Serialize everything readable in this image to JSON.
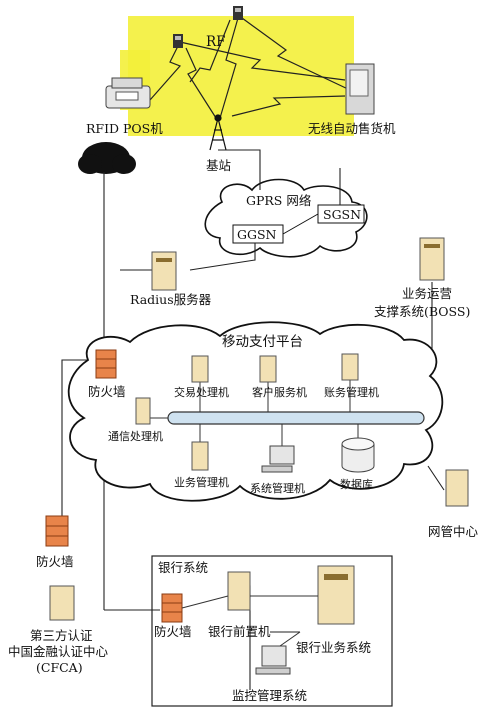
{
  "labels": {
    "rfid_top": "RF",
    "rfid_pos": "RFID POS机",
    "base_station": "基站",
    "vending": "无线自动售货机",
    "gprs": "GPRS 网络",
    "sgsn": "SGSN",
    "ggsn": "GGSN",
    "radius": "Radius服务器",
    "boss_line1": "业务运营",
    "boss_line2": "支撑系统(BOSS)",
    "platform": "移动支付平台",
    "firewall": "防火墙",
    "comm": "通信处理机",
    "trade": "交易处理机",
    "customer": "客户服务机",
    "account": "账务管理机",
    "biz_mgr": "业务管理机",
    "sys_mgr": "系统管理机",
    "database": "数据库",
    "netmgmt": "网管中心",
    "cfca_line1": "第三方认证",
    "cfca_line2": "中国金融认证中心",
    "cfca_line3": "(CFCA)",
    "bank_title": "银行系统",
    "bank_front": "银行前置机",
    "bank_business": "银行业务系统",
    "monitor": "监控管理系统"
  },
  "colors": {
    "highlight": "#f3f03a",
    "firewall": "#e8844a",
    "bus": "#cfe2f0",
    "server": "#f2e1b4"
  }
}
